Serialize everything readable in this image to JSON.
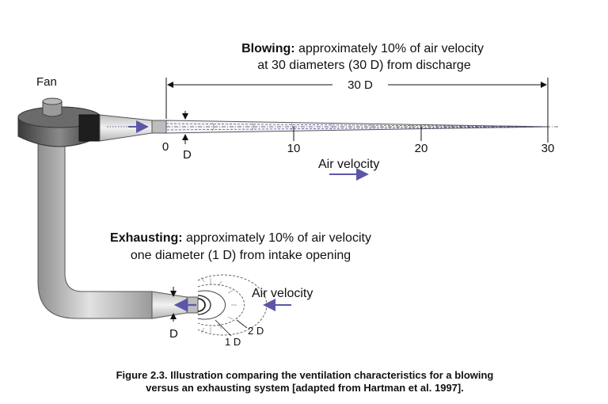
{
  "diagram": {
    "fan_label": "Fan",
    "blowing": {
      "title_bold": "Blowing:",
      "title_rest": " approximately 10% of air velocity",
      "line2": "at 30 diameters (30 D) from discharge",
      "span_label": "30 D",
      "ticks": [
        "0",
        "10",
        "20",
        "30"
      ],
      "d_label": "D",
      "air_velocity_label": "Air velocity"
    },
    "exhausting": {
      "title_bold": "Exhausting:",
      "title_rest": " approximately 10% of air velocity",
      "line2": "one diameter (1 D) from intake opening",
      "d_label": "D",
      "one_d_label": "1 D",
      "two_d_label": "2 D",
      "air_velocity_label": "Air velocity"
    },
    "colors": {
      "arrow_blue": "#5b57a6",
      "duct_gray": "#c9c9c9",
      "fan_dark": "#4a4a4a"
    }
  },
  "caption": {
    "line1": "Figure 2.3. Illustration comparing the ventilation characteristics for a blowing",
    "line2": "versus an exhausting system [adapted from Hartman et al. 1997]."
  }
}
